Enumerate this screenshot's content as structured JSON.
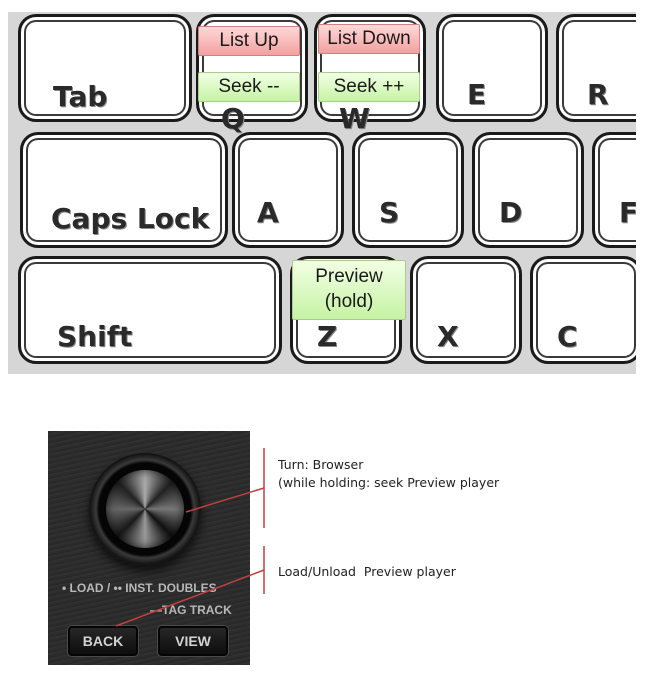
{
  "keyboard": {
    "keys": {
      "tab": "Tab",
      "q": "Q",
      "w": "W",
      "e": "E",
      "r": "R",
      "caps_lock": "Caps Lock",
      "a": "A",
      "s": "S",
      "d": "D",
      "f": "F",
      "shift": "Shift",
      "z": "Z",
      "x": "X",
      "c": "C"
    },
    "callouts": {
      "list_up": "List Up",
      "list_down": "List Down",
      "seek_minus": "Seek --",
      "seek_plus": "Seek ++",
      "preview_line1": "Preview",
      "preview_line2": "(hold)"
    }
  },
  "controller": {
    "load_label": "• LOAD / •• INST. DOUBLES",
    "tag_label": "—TAG TRACK",
    "back_button": "BACK",
    "view_button": "VIEW"
  },
  "notes": {
    "turn_line1": "Turn: Browser",
    "turn_line2": "(while holding: seek Preview player",
    "load_unload": "Load/Unload  Preview player"
  },
  "colors": {
    "callout_red": "#f3a0a0",
    "callout_green": "#c6f3a4",
    "leader_line": "#c04040"
  }
}
